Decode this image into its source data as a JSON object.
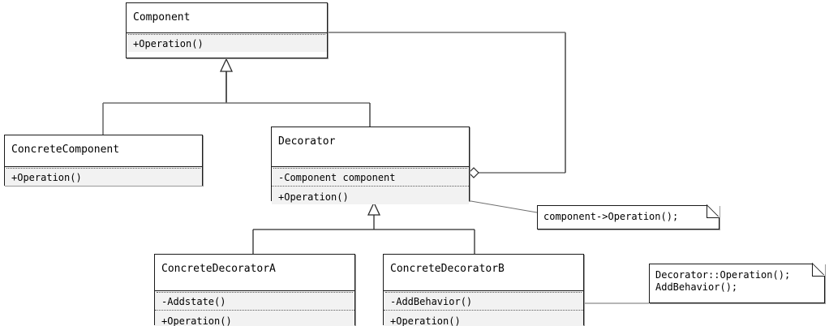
{
  "diagram": {
    "title": "Decorator Pattern Class Diagram",
    "type": "uml-class-diagram",
    "colors": {
      "border": "#1a1a1a",
      "compartment_fill": "#f2f2f2",
      "title_fill": "#ffffff",
      "line": "#6e6e6e",
      "background": "#ffffff"
    }
  },
  "classes": [
    {
      "id": "component",
      "name": "Component",
      "attributes": [],
      "operations": [
        "+Operation()"
      ]
    },
    {
      "id": "concrete-component",
      "name": "ConcreteComponent",
      "attributes": [],
      "operations": [
        "+Operation()"
      ]
    },
    {
      "id": "decorator",
      "name": "Decorator",
      "attributes": [
        "-Component component"
      ],
      "operations": [
        "+Operation()"
      ]
    },
    {
      "id": "concrete-decorator-a",
      "name": "ConcreteDecoratorA",
      "attributes": [
        "-Addstate()"
      ],
      "operations": [
        "+Operation()"
      ]
    },
    {
      "id": "concrete-decorator-b",
      "name": "ConcreteDecoratorB",
      "attributes": [
        "-AddBehavior()"
      ],
      "operations": [
        "+Operation()"
      ]
    }
  ],
  "notes": [
    {
      "id": "note-decorator-operation",
      "text": "component->Operation();",
      "attached_to": "decorator"
    },
    {
      "id": "note-concrete-decorator-b-operation",
      "text": "Decorator::Operation();\nAddBehavior();",
      "attached_to": "concrete-decorator-b"
    }
  ],
  "relationships": [
    {
      "id": "generalization-concrete-component",
      "type": "generalization",
      "from": "ConcreteComponent",
      "to": "Component"
    },
    {
      "id": "generalization-decorator",
      "type": "generalization",
      "from": "Decorator",
      "to": "Component"
    },
    {
      "id": "generalization-concrete-decorator-a",
      "type": "generalization",
      "from": "ConcreteDecoratorA",
      "to": "Decorator"
    },
    {
      "id": "generalization-concrete-decorator-b",
      "type": "generalization",
      "from": "ConcreteDecoratorB",
      "to": "Decorator"
    },
    {
      "id": "aggregation-decorator-component",
      "type": "aggregation",
      "from": "Decorator",
      "to": "Component"
    }
  ]
}
